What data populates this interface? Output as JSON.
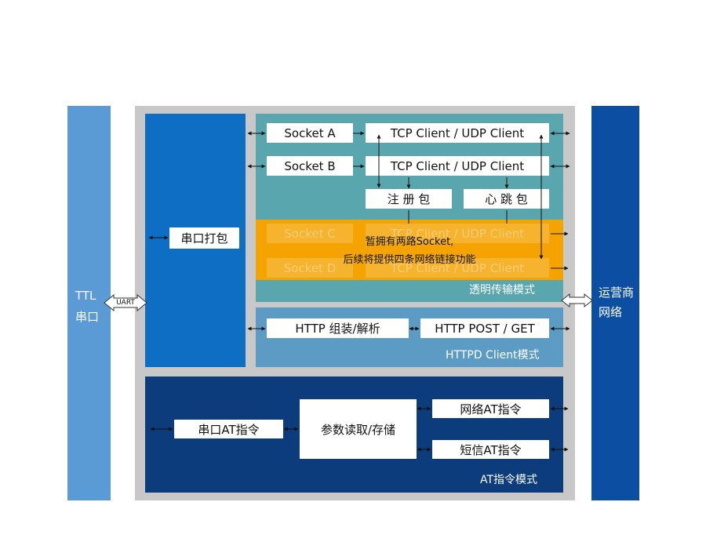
{
  "left_bar": {
    "line1": "TTL",
    "line2": "串口"
  },
  "right_bar": {
    "line1": "运营商",
    "line2": "网络"
  },
  "uart_label": "UART",
  "serial_pack": "串口打包",
  "transparent": {
    "mode_label": "透明传输模式",
    "socket_a": "Socket A",
    "socket_b": "Socket B",
    "socket_c": "Socket C",
    "socket_d": "Socket D",
    "client_a": "TCP Client / UDP Client",
    "client_b": "TCP Client / UDP Client",
    "client_c": "TCP Client / UDP Client",
    "client_d": "TCP Client / UDP Client",
    "register_pkg": "注 册 包",
    "heartbeat_pkg": "心 跳 包",
    "notice_line1": "暂拥有两路Socket,",
    "notice_line2": "后续将提供四条网络链接功能"
  },
  "httpd": {
    "mode_label": "HTTPD Client模式",
    "assemble": "HTTP 组装/解析",
    "post_get": "HTTP POST / GET"
  },
  "at": {
    "mode_label": "AT指令模式",
    "serial_at": "串口AT指令",
    "param_rw": "参数读取/存储",
    "network_at": "网络AT指令",
    "sms_at": "短信AT指令"
  },
  "colors": {
    "ttl_bar": "#5b9bd5",
    "carrier_bar": "#0b4ea2",
    "module_bg": "#c8c8c8",
    "serial_pack_bg": "#0e6ec4",
    "transparent_bg": "#5aa6ae",
    "notice_bg": "#f5a300",
    "httpd_bg": "#5b9bc4",
    "at_bg": "#0c3c7c"
  }
}
